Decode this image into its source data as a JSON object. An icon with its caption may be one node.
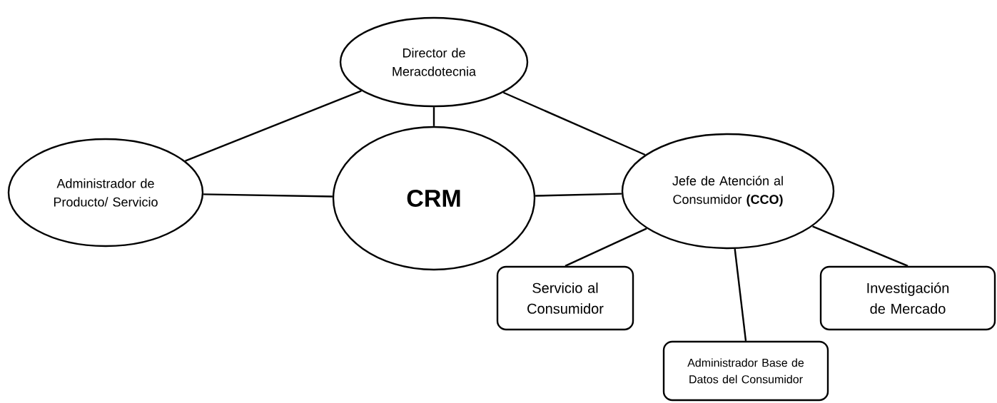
{
  "diagram": {
    "nodes": [
      {
        "text": [
          "Director de Meracdotecnia"
        ]
      },
      {
        "text": [
          "Administrador de Producto/ Servicio"
        ]
      },
      {
        "text": [
          "CRM"
        ]
      },
      {
        "text": [
          "Jefe de Atención al Consumidor **(CCO)**"
        ]
      },
      {
        "text": [
          "Servicio al Consumidor"
        ]
      },
      {
        "text": [
          "Investigación de Mercado"
        ]
      },
      {
        "text": [
          "Administrador Base de Datos del Consumidor"
        ]
      }
    ],
    "edges": [
      {
        "from": 0,
        "to": 1,
        "arrow": "none"
      },
      {
        "from": 0,
        "to": 2,
        "arrow": "none"
      },
      {
        "from": 0,
        "to": 3,
        "arrow": "none"
      },
      {
        "from": 1,
        "to": 2,
        "arrow": "none"
      },
      {
        "from": 2,
        "to": 3,
        "arrow": "none"
      },
      {
        "from": 3,
        "to": 4,
        "arrow": "none"
      },
      {
        "from": 3,
        "to": 6,
        "arrow": "none"
      },
      {
        "from": 3,
        "to": 5,
        "arrow": "none"
      }
    ]
  }
}
